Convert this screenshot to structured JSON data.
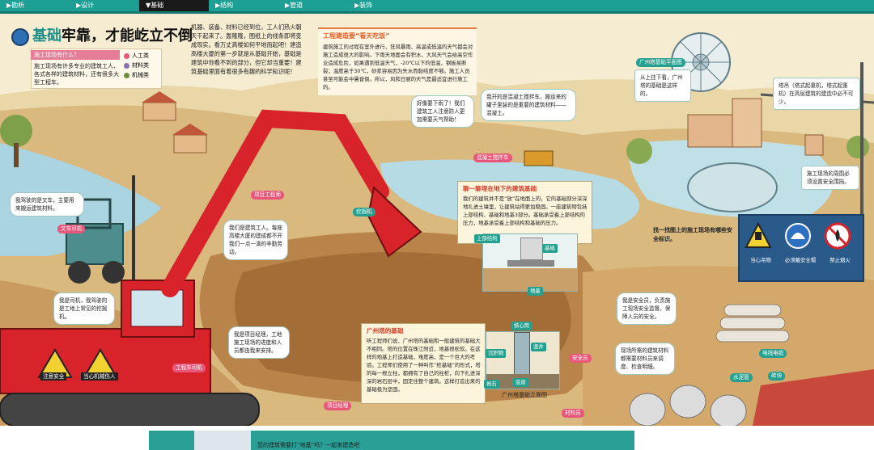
{
  "tabs": [
    {
      "label": "▶勘析"
    },
    {
      "label": "▶设计"
    },
    {
      "label": "▼基础",
      "active": true
    },
    {
      "label": "▶结构"
    },
    {
      "label": "▶管道"
    },
    {
      "label": "▶装饰"
    }
  ],
  "colors": {
    "tab_bar": "#1e9f95",
    "accent_pink": "#e8577a",
    "accent_teal": "#23a090",
    "excavator_red": "#d8232a",
    "sign_blue": "#2a5a8a"
  },
  "title": {
    "highlight": "基础",
    "rest": "牢靠，才能屹立不倒",
    "icon": "globe-badge-icon"
  },
  "question_box": {
    "heading": "施工现场有什么？",
    "text": "施工现场有许多专业的建筑工人、各式各样的建筑材料，还有很多大型工程车。",
    "legend": [
      {
        "label": "人工类",
        "color": "#e8577a"
      },
      {
        "label": "材料类",
        "color": "#8a6fb0"
      },
      {
        "label": "机械类",
        "color": "#6b8f3a"
      }
    ]
  },
  "intro_text": "机器、装备、材料已经到位，工人们热火朝天干起来了。轰隆隆，图纸上的线条即将变成现实。看万丈高楼如何平地而起吧！建造高楼大厦的第一步就是从基础开始，基础是建筑中你看不到的部分，但它却当重要！建筑基础里面有着很多有趣的科学知识呢！",
  "weather_box": {
    "title": "工程建造要“看天吃饭”",
    "text": "建筑施工的过程在室外进行，狂风暴雨、高温或低温的天气都会对施工造成很大的影响。下雨天地面会有积水，大风天气会给高空作业造成危险，如果遇到低温天气，-20℃以下的低温，钢板易断裂；温度高于30℃，砂浆容易因为失水而黏结度不够。施工人员甚至可能会中暑昏倒。所以，风和日丽的天气是最适宜进行施工的。"
  },
  "bubbles": {
    "forklift_driver": "我驾驶的是叉车，主要用来搬运建筑材料。",
    "truck": "我开的是混凝土搅拌车，搬运来的罐子里装的是重要的建筑材料——混凝土。",
    "rain": "好像要下雨了！我们建筑工人注意防人更加需要天气帮助！",
    "worker": "我们是建筑工人。每座高楼大厦的建成都不开我们一点一滴的辛勤劳动。",
    "excavator_driver": "我是司机，我驾驶的是工地上常见的挖掘机。",
    "project_manager": "我是项目经理，工地施工现场的进度和人员都由我来安排。",
    "safety_officer": "我是安全员，负责施工现场安全监督，保障人员的安全。",
    "materials_clerk": "现场所需的建筑材料都需要材料员来调度、检查明细。",
    "tower_crane": "塔吊（塔式起重机，塔式起重机）在高层建筑的建造中必不可少。",
    "fence": "施工现场的周围必须设置安全围挡。",
    "canton_tower_intro": "从上往下看，广州塔的基础是这样的。"
  },
  "labels": {
    "project_engineer": "项目工程师",
    "forklift_driver": "叉车司机",
    "excavator_label": "挖掘机",
    "truck_label": "混凝土搅拌车",
    "excavator_driver": "工程车司机",
    "project_manager": "项目经理",
    "safety_officer": "安全员",
    "materials_clerk": "材料员",
    "cable": "电线电缆",
    "water_pipe": "水泥管",
    "bricks": "砖块",
    "canton_plan": "广州塔基础平面图",
    "caution_hazard": "注意安全",
    "caution_machine": "当心机械伤人"
  },
  "foundation_panel": {
    "title": "聊一聊埋在地下的建筑基础",
    "text": "我们的建筑并不是“放”在地面上的，它的基础部分深深地扎进土壤里，让建筑站得更加稳固。一座建筑物包括上部结构、基础和地基3部分。基础承受着上部结构的压力，地基承受着上部结构和基础的压力。",
    "diagram_labels": {
      "upper": "上部结构",
      "foundation": "基础",
      "ground": "地基"
    }
  },
  "canton_panel": {
    "title": "广州塔的基础",
    "text": "听工程师们说，广州塔的基础和一般建筑的基础大不相同。塔的位置在珠江附近，地基很松软。在这样的地基上打造基础，难度高，是一个巨大的考验。工程师们使用了一种叫作“桩基础”的形式，塔的每一根立柱，都拥有了自己的柱桩，向下扎进深深的岩石层中，固定住整个建筑。这样打造出来的基础极为坚固。",
    "diagram_labels": {
      "core": "核心筒",
      "pile": "竖井",
      "sediment": "沉积物",
      "base": "底座",
      "rock": "岩石"
    },
    "caption": "广州塔基础立面图"
  },
  "find_text": "找一找图上的施工现场有哪些安全标识。",
  "signs": [
    {
      "label": "当心吊物",
      "icon": "falling-object-icon"
    },
    {
      "label": "必须戴安全帽",
      "icon": "hard-hat-icon"
    },
    {
      "label": "禁止烟火",
      "icon": "no-fire-icon"
    }
  ],
  "bottom_text": "您的建筑需要打“地基”吗？一起来建造吧"
}
